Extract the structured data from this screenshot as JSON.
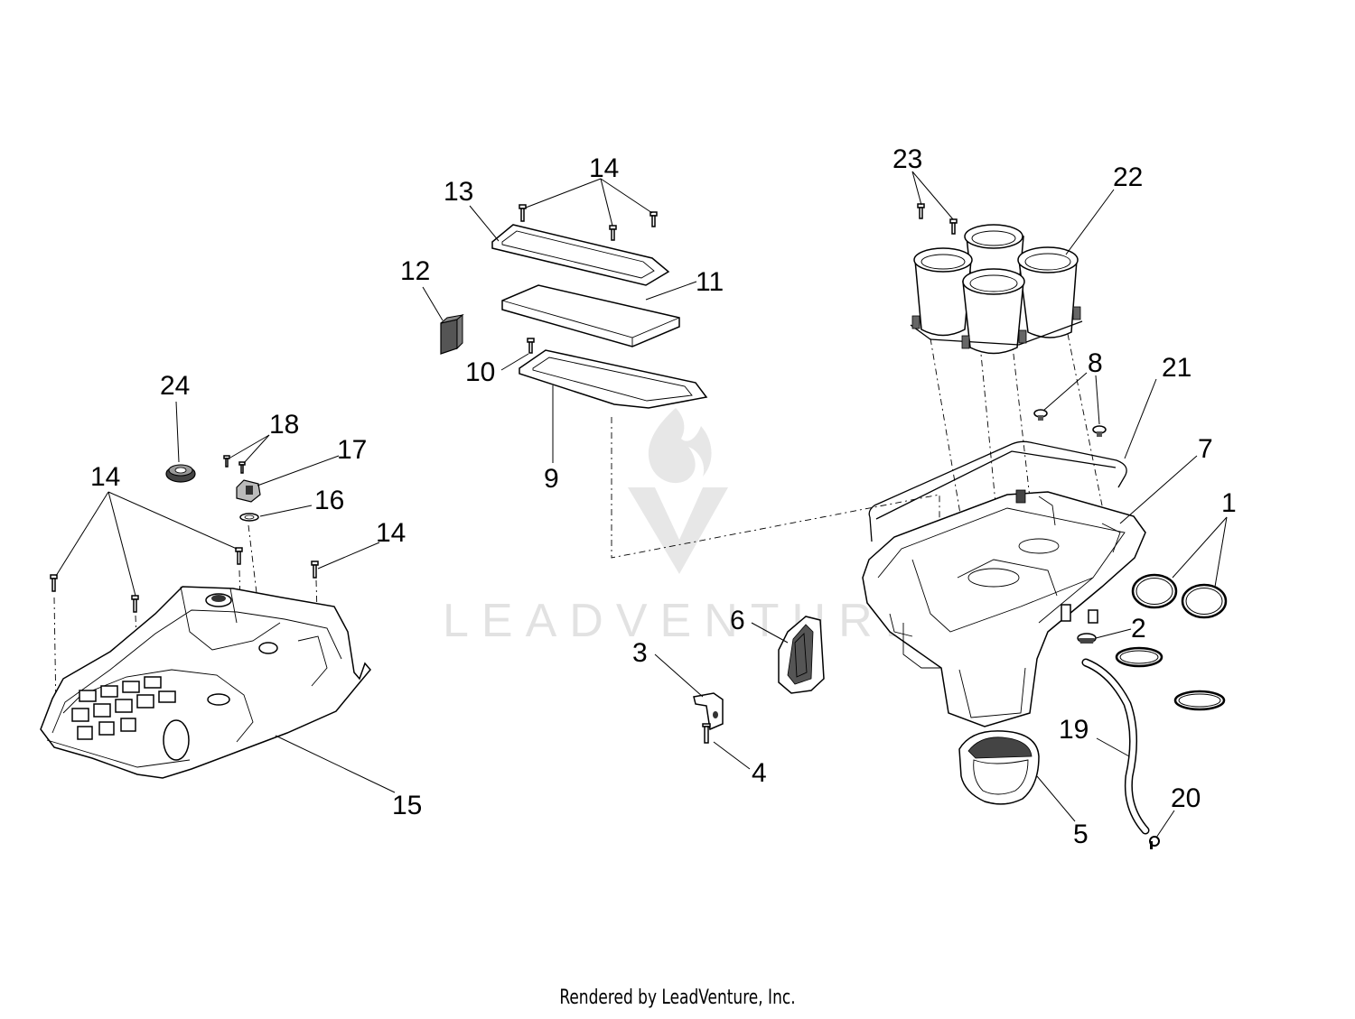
{
  "diagram": {
    "callouts": {
      "c1": "1",
      "c2": "2",
      "c3": "3",
      "c4": "4",
      "c5": "5",
      "c6": "6",
      "c7": "7",
      "c8": "8",
      "c9": "9",
      "c10": "10",
      "c11": "11",
      "c12": "12",
      "c13": "13",
      "c14a": "14",
      "c14b": "14",
      "c14c": "14",
      "c15": "15",
      "c16": "16",
      "c17": "17",
      "c18": "18",
      "c19": "19",
      "c20": "20",
      "c21": "21",
      "c22": "22",
      "c23": "23",
      "c24": "24"
    },
    "watermark": {
      "brand": "LEADVENTURE",
      "color": "#cccccc"
    }
  },
  "footer": {
    "credit": "Rendered by LeadVenture, Inc."
  }
}
